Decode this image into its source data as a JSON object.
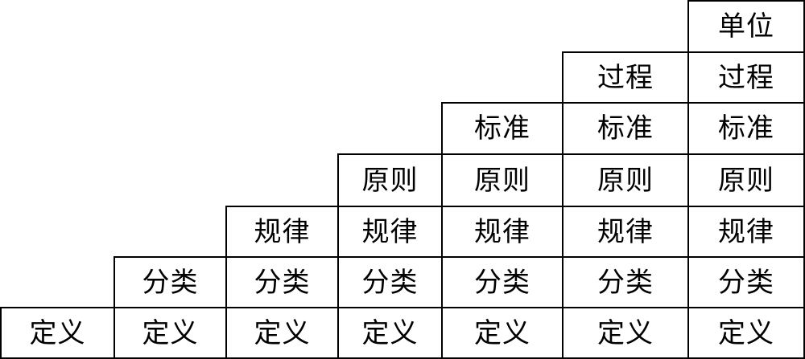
{
  "columns": [
    [
      "定义"
    ],
    [
      "定义",
      "分类"
    ],
    [
      "定义",
      "分类",
      "规律"
    ],
    [
      "定义",
      "分类",
      "规律",
      "原则"
    ],
    [
      "定义",
      "分类",
      "规律",
      "原则",
      "标准"
    ],
    [
      "定义",
      "分类",
      "规律",
      "原则",
      "标准",
      "过程"
    ],
    [
      "定义",
      "分类",
      "规律",
      "原则",
      "标准",
      "过程",
      "单位"
    ]
  ]
}
